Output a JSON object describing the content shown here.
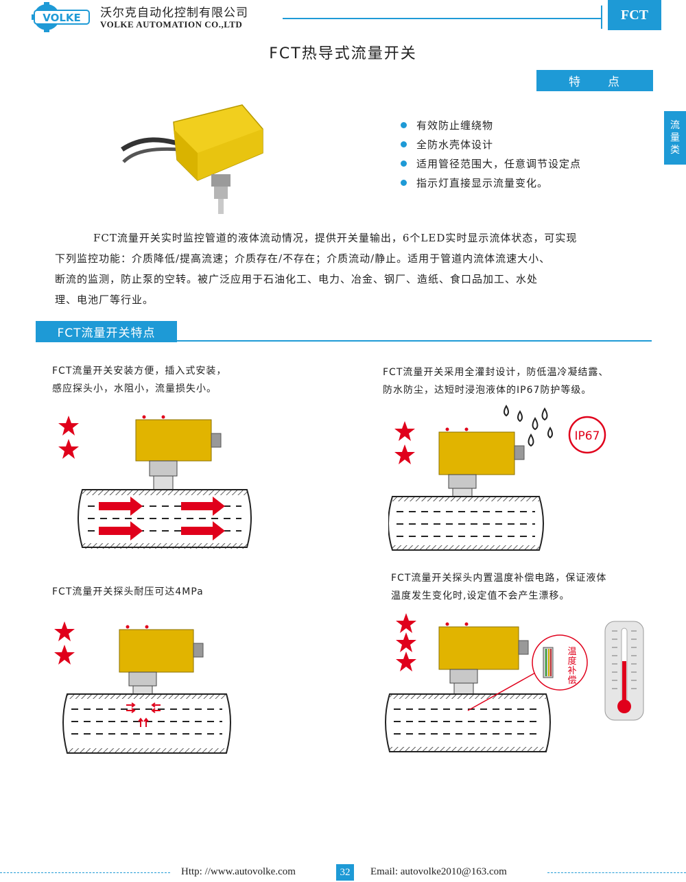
{
  "header": {
    "brand": "VOLKE",
    "company_cn": "沃尔克自动化控制有限公司",
    "company_en": "VOLKE AUTOMATION CO.,LTD",
    "tab_label": "FCT"
  },
  "page_title": "FCT热导式流量开关",
  "features_tag": "特　　点",
  "side_tab": [
    "流",
    "量",
    "类"
  ],
  "features": [
    "有效防止缠绕物",
    "全防水壳体设计",
    "适用管径范围大，任意调节设定点",
    "指示灯直接显示流量变化。"
  ],
  "description": [
    "FCT流量开关实时监控管道的液体流动情况，提供开关量输出，6个LED实时显示流体状态，可实现",
    "下列监控功能：介质降低/提高流速；介质存在/不存在；介质流动/静止。适用于管道内流体流速大小、",
    "断流的监测，防止泵的空转。被广泛应用于石油化工、电力、冶金、钢厂、造纸、食口品加工、水处",
    "理、电池厂等行业。"
  ],
  "section_title": "FCT流量开关特点",
  "panels": {
    "p1": [
      "FCT流量开关安装方便，插入式安装，",
      "感应探头小，水阻小，流量损失小。"
    ],
    "p2": [
      "FCT流量开关采用全灌封设计，防低温冷凝结露、",
      "防水防尘，达短时浸泡液体的IP67防护等级。"
    ],
    "p3": [
      "FCT流量开关探头耐压可达4MPa"
    ],
    "p4": [
      "FCT流量开关探头内置温度补偿电路，保证液体",
      "温度发生变化时,设定值不会产生漂移。"
    ]
  },
  "ip_badge": "IP67",
  "temp_comp_label": [
    "温",
    "度",
    "补",
    "偿"
  ],
  "footer": {
    "website": "Http: //www.autovolke.com",
    "page_number": "32",
    "email": "Email: autovolke2010@163.com"
  },
  "colors": {
    "accent": "#1e9ad6",
    "sensor": "#e1b400",
    "star": "#e0001b"
  }
}
